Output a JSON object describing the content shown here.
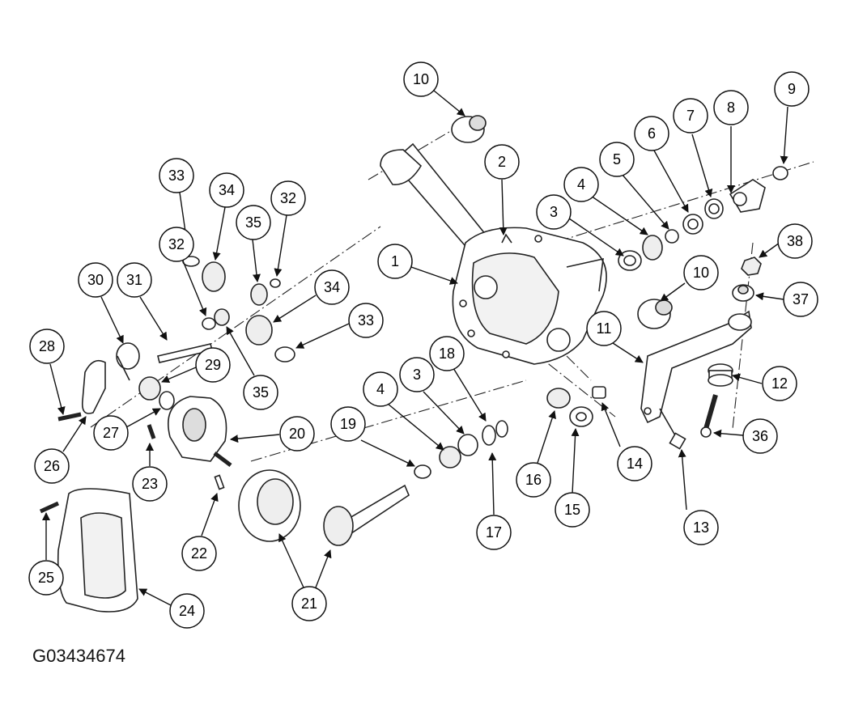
{
  "figure_code": "G03434674",
  "callouts": [
    {
      "id": "c1",
      "label": "1"
    },
    {
      "id": "c2",
      "label": "2"
    },
    {
      "id": "c3a",
      "label": "3"
    },
    {
      "id": "c3b",
      "label": "3"
    },
    {
      "id": "c4a",
      "label": "4"
    },
    {
      "id": "c4b",
      "label": "4"
    },
    {
      "id": "c5",
      "label": "5"
    },
    {
      "id": "c6",
      "label": "6"
    },
    {
      "id": "c7",
      "label": "7"
    },
    {
      "id": "c8",
      "label": "8"
    },
    {
      "id": "c9",
      "label": "9"
    },
    {
      "id": "c10a",
      "label": "10"
    },
    {
      "id": "c10b",
      "label": "10"
    },
    {
      "id": "c11",
      "label": "11"
    },
    {
      "id": "c12",
      "label": "12"
    },
    {
      "id": "c13",
      "label": "13"
    },
    {
      "id": "c14",
      "label": "14"
    },
    {
      "id": "c15",
      "label": "15"
    },
    {
      "id": "c16",
      "label": "16"
    },
    {
      "id": "c17",
      "label": "17"
    },
    {
      "id": "c18",
      "label": "18"
    },
    {
      "id": "c19",
      "label": "19"
    },
    {
      "id": "c20",
      "label": "20"
    },
    {
      "id": "c21",
      "label": "21"
    },
    {
      "id": "c22",
      "label": "22"
    },
    {
      "id": "c23",
      "label": "23"
    },
    {
      "id": "c24",
      "label": "24"
    },
    {
      "id": "c25",
      "label": "25"
    },
    {
      "id": "c26",
      "label": "26"
    },
    {
      "id": "c27",
      "label": "27"
    },
    {
      "id": "c28",
      "label": "28"
    },
    {
      "id": "c29",
      "label": "29"
    },
    {
      "id": "c30",
      "label": "30"
    },
    {
      "id": "c31",
      "label": "31"
    },
    {
      "id": "c32a",
      "label": "32"
    },
    {
      "id": "c32b",
      "label": "32"
    },
    {
      "id": "c33a",
      "label": "33"
    },
    {
      "id": "c33b",
      "label": "33"
    },
    {
      "id": "c34a",
      "label": "34"
    },
    {
      "id": "c34b",
      "label": "34"
    },
    {
      "id": "c35a",
      "label": "35"
    },
    {
      "id": "c35b",
      "label": "35"
    },
    {
      "id": "c36",
      "label": "36"
    },
    {
      "id": "c37",
      "label": "37"
    },
    {
      "id": "c38",
      "label": "38"
    }
  ]
}
